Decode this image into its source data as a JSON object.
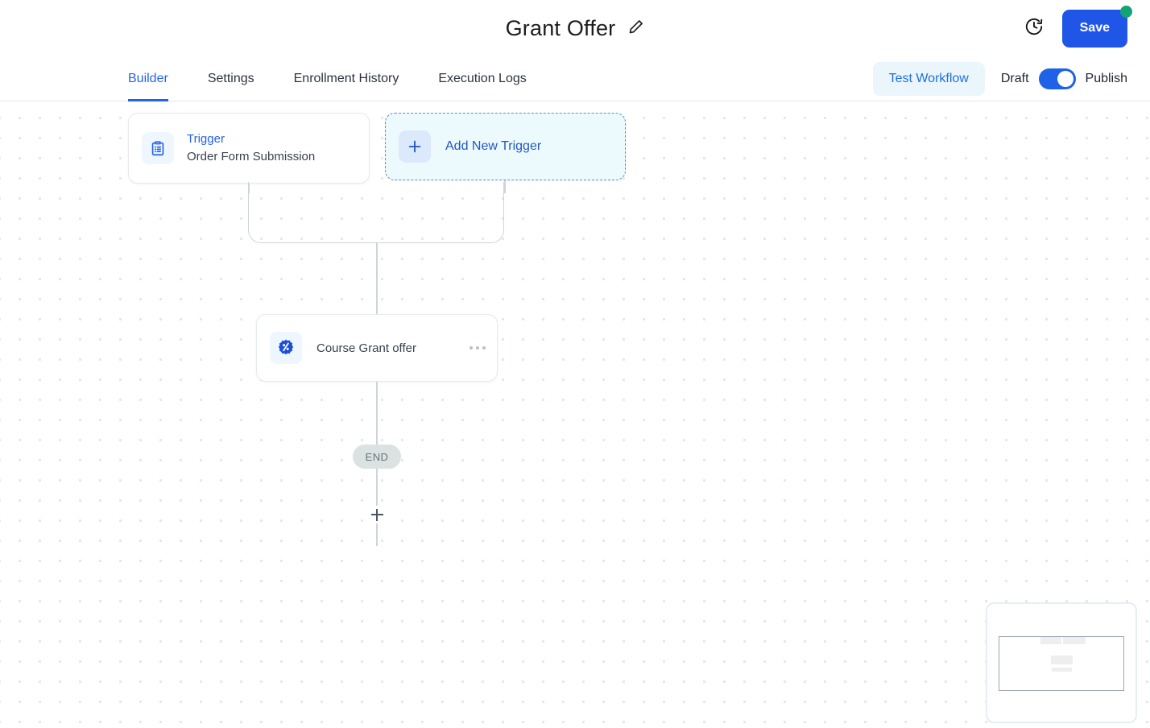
{
  "header": {
    "title": "Grant Offer",
    "edit_icon": "pencil-icon",
    "history_icon": "clock-history-icon",
    "save_label": "Save",
    "save_badge_color": "#12a474"
  },
  "tabs": [
    {
      "label": "Builder",
      "active": true
    },
    {
      "label": "Settings",
      "active": false
    },
    {
      "label": "Enrollment History",
      "active": false
    },
    {
      "label": "Execution Logs",
      "active": false
    }
  ],
  "actions": {
    "test_workflow_label": "Test Workflow",
    "draft_label": "Draft",
    "publish_label": "Publish",
    "toggle_state": "publish",
    "accent_color": "#2563eb"
  },
  "canvas": {
    "trigger_node": {
      "icon": "clipboard-list-icon",
      "title": "Trigger",
      "subtitle": "Order Form Submission"
    },
    "add_trigger_node": {
      "icon": "plus-icon",
      "label": "Add New Trigger"
    },
    "action_node": {
      "icon": "discount-badge-percent-icon",
      "label": "Course Grant offer",
      "menu_icon": "more-options-icon"
    },
    "add_step_icon": "plus-icon",
    "end_label": "END"
  },
  "minimap": {
    "name": "workflow-minimap"
  }
}
